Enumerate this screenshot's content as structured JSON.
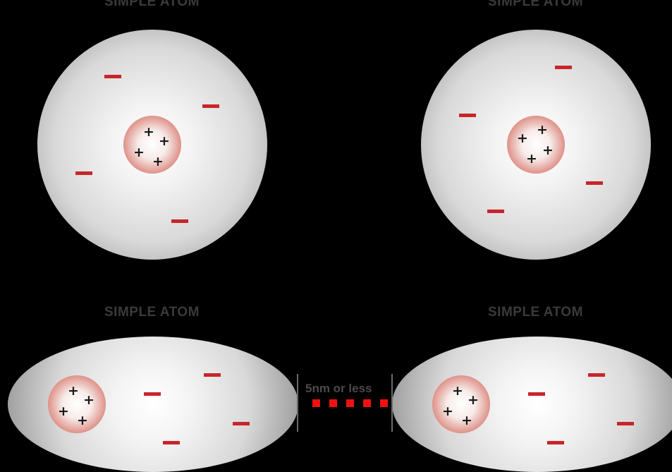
{
  "labels": {
    "top_left": "SIMPLE ATOM",
    "top_right": "SIMPLE ATOM",
    "bottom_left": "SIMPLE ATOM",
    "bottom_right": "SIMPLE ATOM"
  },
  "charges": {
    "proton": "+",
    "electron": "-"
  },
  "gap": {
    "caption": "5nm or less"
  },
  "colors": {
    "background": "#000000",
    "electron": "#c8252a",
    "nucleus_rim": "#c8403a",
    "gap_marker": "#ee1111"
  }
}
